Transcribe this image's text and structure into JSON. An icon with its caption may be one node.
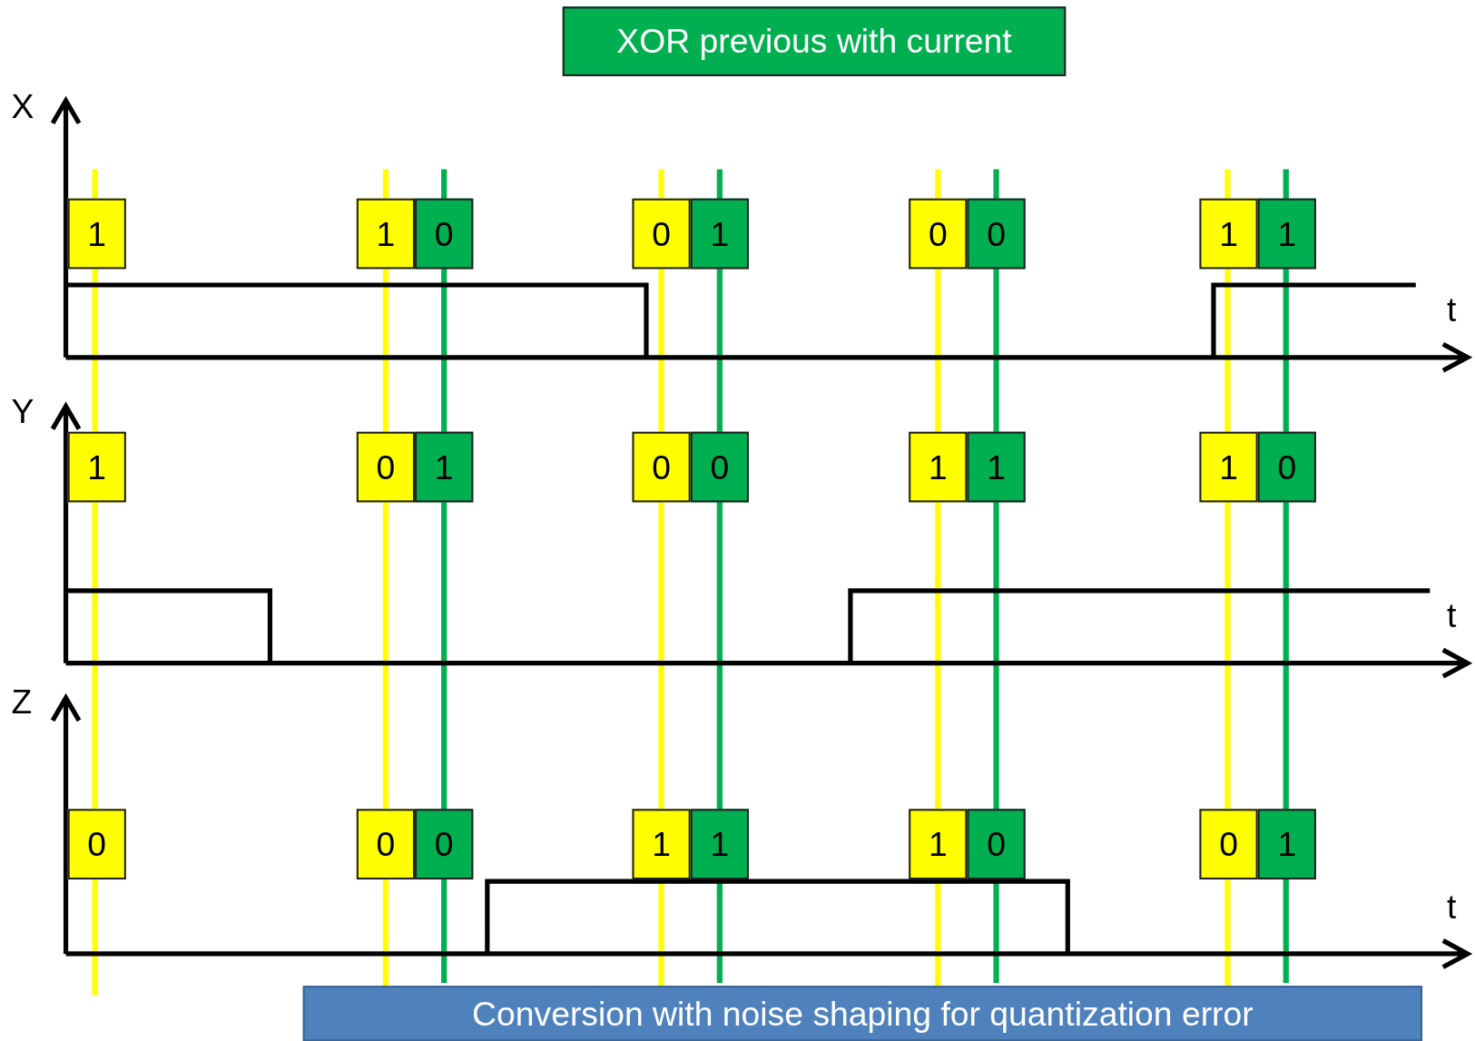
{
  "diagram": {
    "nodes": [
      {
        "text": [
          "XOR previous with current"
        ]
      },
      {
        "text": [
          "1"
        ]
      },
      {
        "text": [
          "1"
        ]
      },
      {
        "text": [
          "0"
        ]
      },
      {
        "text": [
          "0"
        ]
      },
      {
        "text": [
          "1"
        ]
      },
      {
        "text": [
          "0"
        ]
      },
      {
        "text": [
          "0"
        ]
      },
      {
        "text": [
          "1"
        ]
      },
      {
        "text": [
          "1"
        ]
      },
      {
        "text": [
          "1"
        ]
      },
      {
        "text": [
          "0"
        ]
      },
      {
        "text": [
          "1"
        ]
      },
      {
        "text": [
          "0"
        ]
      },
      {
        "text": [
          "0"
        ]
      },
      {
        "text": [
          "1"
        ]
      },
      {
        "text": [
          "1"
        ]
      },
      {
        "text": [
          "1"
        ]
      },
      {
        "text": [
          "0"
        ]
      },
      {
        "text": [
          "0"
        ]
      },
      {
        "text": [
          "0"
        ]
      },
      {
        "text": [
          "0"
        ]
      },
      {
        "text": [
          "1"
        ]
      },
      {
        "text": [
          "1"
        ]
      },
      {
        "text": [
          "1"
        ]
      },
      {
        "text": [
          "0"
        ]
      },
      {
        "text": [
          "0"
        ]
      },
      {
        "text": [
          "1"
        ]
      },
      {
        "text": [
          "Conversion with noise shaping for quantization error"
        ]
      }
    ],
    "edges": [],
    "labels": [
      "X",
      "t",
      "Y",
      "t",
      "Z",
      "t"
    ]
  }
}
